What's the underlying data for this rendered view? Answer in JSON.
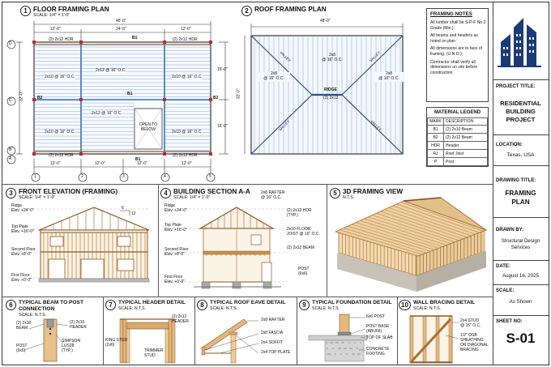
{
  "floor": {
    "num": "1",
    "title": "FLOOR FRAMING PLAN",
    "scale": "SCALE: 1/4\" = 1'-0\"",
    "overall": "48'-0\"",
    "top_dims": [
      "12'-0\"",
      "24'-0\"",
      "12'-0\""
    ],
    "bottom_dims": [
      "12'-0\"",
      "12'-0\"",
      "12'-0\"",
      "12'-0\""
    ],
    "right_dims": [
      "16'-0\"",
      "16'-0\""
    ],
    "left_dim": "32'-0\"",
    "rows": [
      "D",
      "C",
      "B",
      "A"
    ],
    "cols": [
      "1",
      "2",
      "3",
      "4",
      "5"
    ],
    "labels": {
      "hdr_tl": "(2) 2x12 HDR",
      "hdr_tr": "(2) 2x12 HDR",
      "hdr_bl": "(2) 2x12 HDR",
      "hdr_br": "(2) 2x12 HDR",
      "b1_top": "B1",
      "b1_mid": "B1",
      "b1_bot": "B1",
      "b2_left": "B2",
      "b2_right": "B2",
      "j1": "2x10 @ 16\" O.C.",
      "j2": "2x12 @ 16\" O.C.",
      "j3": "2x10 @ 16\" O.C.",
      "j4": "2x10 @ 16\" O.C.",
      "j5": "2x12 @ 16\" O.C.",
      "j6": "2x10 @ 16\" O.C.",
      "j7": "2x10 @ 16\" O.C.",
      "open1": "OPEN TO",
      "open2": "BELOW"
    }
  },
  "roof": {
    "num": "2",
    "title": "ROOF FRAMING PLAN",
    "scale": "SCALE: 1/4\" = 1'-0\"",
    "overall": "48'-0\"",
    "side": "32'-0\"",
    "ridge": "RIDGE",
    "ridge_size": "(2) 2x12",
    "valley": "VALLEY",
    "r1a": "2x8",
    "r1b": "@ 16\" O.C.",
    "r2a": "2x8",
    "r2b": "@ 16\" O.C.",
    "r3a": "2x8",
    "r3b": "@ 16\" O.C."
  },
  "notes": {
    "title": "FRAMING NOTES",
    "items": [
      "All lumber shall be S-P-F No.2 Grade (Min.)",
      "All beams and headers as noted on plan",
      "All dimensions are to face of framing. (U.N.O.)",
      "Contractor shall verify all dimensions on site before construction"
    ]
  },
  "legend": {
    "title": "MATERIAL LEGEND",
    "headers": [
      "MARK",
      "DESCRIPTION"
    ],
    "rows": [
      [
        "B1",
        "(2) 2x10 Beam"
      ],
      [
        "B2",
        "(2) 2x12 Beam"
      ],
      [
        "HDR",
        "Header"
      ],
      [
        "RJ",
        "Roof Joist"
      ],
      [
        "P",
        "Post"
      ]
    ]
  },
  "front": {
    "num": "3",
    "title": "FRONT ELEVATION (FRAMING)",
    "scale": "SCALE: 1/4\" = 1'-0\"",
    "ridge": "Ridge",
    "ridge_el": "Elev. +24'-0\"",
    "plate": "Top Plate",
    "plate_el": "Elev. +16'-0\"",
    "second": "Second Floor",
    "second_el": "Elev. +8'-0\"",
    "first": "First Floor",
    "first_el": "Elev. +0'-0\"",
    "pitch_a": "6",
    "pitch_b": "12"
  },
  "section": {
    "num": "4",
    "title": "BUILDING SECTION A-A",
    "scale": "SCALE: 1/4\" = 1'-0\"",
    "ridge": "Ridge",
    "ridge_el": "Elev. +24'-0\"",
    "plate": "Top Plate",
    "plate_el": "Elev. +16'-0\"",
    "second": "Second Floor",
    "second_el": "Elev. +8'-0\"",
    "first": "First Floor",
    "first_el": "Elev. +0'-0\"",
    "rafter1": "2x8 RAFTER",
    "rafter2": "@ 16\" O.C.",
    "hdr1": "(2) 2x12 HDR",
    "hdr2": "(TYP.)",
    "joist1": "2x10 FLOOR",
    "joist2": "JOIST @ 16\" O.C.",
    "beam": "(2) 2x12 BEAM",
    "post1": "POST",
    "post2": "(6x6)"
  },
  "view3d": {
    "num": "5",
    "title": "3D FRAMING VIEW",
    "scale": "N.T.S."
  },
  "d6": {
    "num": "6",
    "title1": "TYPICAL BEAM TO POST",
    "title2": "CONNECTION",
    "scale": "SCALE: N.T.S.",
    "a1": "(2) 2x10",
    "a2": "BEAM",
    "b1": "(2) 2x10",
    "b2": "HEADER",
    "c1": "POST",
    "c2": "(6x6)",
    "d1": "SIMPSON",
    "d2": "LUS28",
    "d3": "(TYP.)"
  },
  "d7": {
    "num": "7",
    "title": "TYPICAL HEADER DETAIL",
    "scale": "SCALE: N.T.S.",
    "a1": "(2) 2x12",
    "a2": "HEADER",
    "b1": "KING STUD",
    "b2": "(2x6)",
    "c1": "TRIMMER",
    "c2": "STUD"
  },
  "d8": {
    "num": "8",
    "title": "TYPICAL ROOF EAVE DETAIL",
    "scale": "SCALE: N.T.S.",
    "a": "2x8 RAFTER",
    "b": "2x8 FASCIA",
    "c": "2x4 SOFFIT",
    "d": "2x4 TOP PLATE"
  },
  "d9": {
    "num": "9",
    "title": "TYPICAL FOUNDATION DETAIL",
    "scale": "SCALE: N.T.S.",
    "a": "6x6 POST",
    "b1": "POST BASE",
    "b2": "(ABU66)",
    "c": "TOP OF SLAB",
    "d1": "CONCRETE",
    "d2": "FOOTING"
  },
  "d10": {
    "num": "10",
    "title": "WALL BRACING DETAIL",
    "scale": "SCALE: N.T.S.",
    "a1": "2x4 STUD",
    "a2": "@ 16\" O.C.",
    "b1": "1/2\" OSB",
    "b2": "SHEATHING",
    "b3": "OR DIAGONAL",
    "b4": "BRACING"
  },
  "titleblock": {
    "project_label": "PROJECT TITLE:",
    "project": "RESIDENTIAL BUILDING PROJECT",
    "location_label": "LOCATION:",
    "location": "Texas, USA",
    "drawing_label": "DRAWING TITLE:",
    "drawing": "FRAMING PLAN",
    "drawn_label": "DRAWN BY:",
    "drawn": "Structural Design Services",
    "date_label": "DATE:",
    "date": "August 16, 2025",
    "scale_label": "SCALE:",
    "scale": "As Shown",
    "sheet_label": "SHEET NO:",
    "sheet": "S-01"
  },
  "colors": {
    "joist": "#7fa6d8",
    "beam": "#3c6fb0",
    "wood": "#d9a86a",
    "logo": "#1d3a78",
    "column": "#b03030"
  }
}
